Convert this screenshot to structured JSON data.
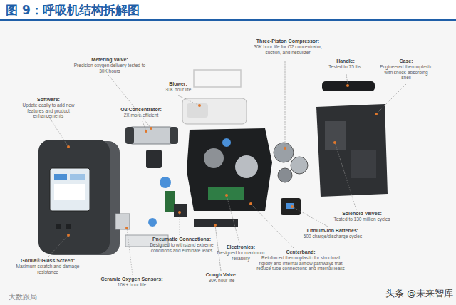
{
  "diagram": {
    "title": "图 9：呼吸机结构拆解图",
    "labels": [
      "Software:",
      "Update easily to add new features and product enhancements",
      "Metering Valve:",
      "Precision oxygen delivery tested to 30K hours",
      "O2 Concentrator:",
      "2X more efficient",
      "Blower:",
      "30K hour life",
      "Three-Piston Compressor:",
      "30K hour life for O2 concentrator, suction, and nebulizer",
      "Handle:",
      "Tested to 75 lbs.",
      "Case:",
      "Engineered thermoplastic with shock-absorbing shell",
      "Solenoid Valves:",
      "Tested to 130 million cycles",
      "Lithium-ion Batteries:",
      "500 charge/discharge cycles",
      "Centerband:",
      "Reinforced thermoplastic for structural rigidity and internal airflow pathways that reduce tube connections and internal leaks",
      "Electronics:",
      "Designed for maximum reliability",
      "Cough Valve:",
      "30K hour life",
      "Pneumatic Connections:",
      "Designed to withstand extreme conditions and eliminate leaks",
      "Ceramic Oxygen Sensors:",
      "10K+ hour life",
      "Gorilla® Glass Screen:",
      "Maximum scratch and damage resistance",
      "头条 @未来智库",
      "大数跟局"
    ]
  }
}
